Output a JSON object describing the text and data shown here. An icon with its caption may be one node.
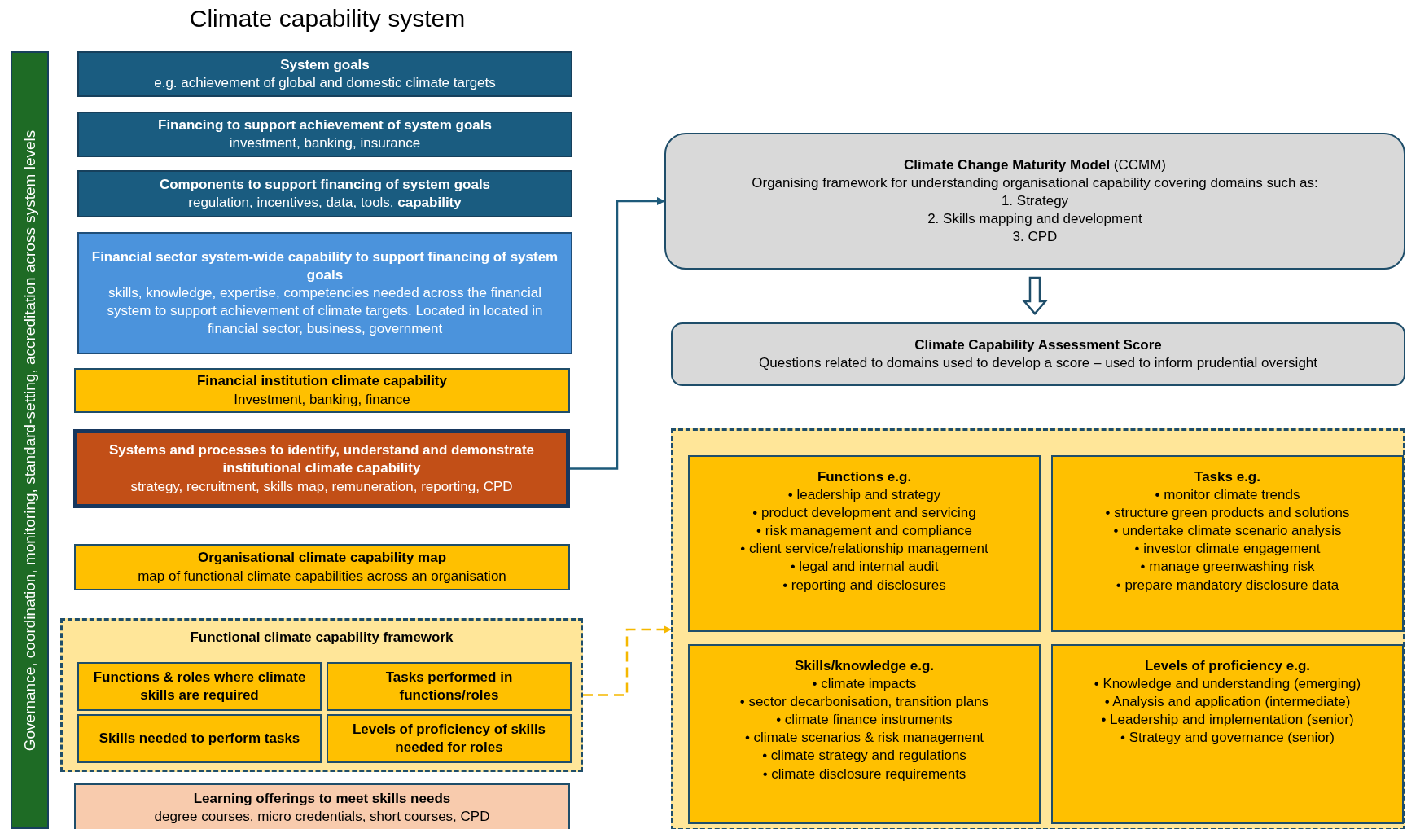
{
  "diagram": {
    "title": "Climate capability system",
    "nodes": [
      {
        "text": [
          "Governance, coordination, monitoring, standard-setting, accreditation across system levels"
        ]
      },
      {
        "text": [
          "System goals",
          "e.g. achievement of global and domestic climate targets"
        ]
      },
      {
        "text": [
          "Financing to support achievement of system goals",
          "investment, banking, insurance"
        ]
      },
      {
        "text": [
          "Components to support financing of system goals",
          "regulation, incentives, data, tools, **capability**"
        ]
      },
      {
        "text": [
          "Financial sector system-wide capability to support financing of system goals",
          "skills, knowledge, expertise, competencies needed across the financial system to support achievement of climate targets. Located in located in financial sector, business, government"
        ]
      },
      {
        "text": [
          "Financial institution climate capability",
          "Investment, banking, finance"
        ]
      },
      {
        "text": [
          "Systems and processes to identify, understand and demonstrate institutional climate capability",
          "strategy, recruitment, skills map, remuneration, reporting, CPD"
        ]
      },
      {
        "text": [
          "Organisational climate capability map",
          "map of functional climate capabilities across an organisation"
        ]
      },
      {
        "text": [
          "Functional climate capability framework"
        ]
      },
      {
        "text": [
          "Functions & roles where climate skills are required"
        ],
        "in": 8
      },
      {
        "text": [
          "Tasks performed in functions/roles"
        ],
        "in": 8
      },
      {
        "text": [
          "Skills needed to perform tasks"
        ],
        "in": 8
      },
      {
        "text": [
          "Levels of proficiency of skills needed for roles"
        ],
        "in": 8
      },
      {
        "text": [
          "Learning offerings to meet skills needs",
          "degree courses, micro credentials, short courses, CPD"
        ]
      },
      {
        "text": [
          "**Climate Change Maturity Model** (CCMM)",
          "Organising framework for understanding organisational capability covering domains such as:",
          "1. Strategy",
          "2. Skills mapping and development",
          "3. CPD"
        ]
      },
      {
        "text": [
          "Climate Capability Assessment Score",
          "Questions related to domains used to develop a score – used to inform prudential oversight"
        ]
      },
      {
        "text": [],
        "shape": "box"
      },
      {
        "text": [
          "Functions e.g.",
          "• leadership and strategy",
          "• product development and servicing",
          "• risk management and compliance",
          "• client service/relationship management",
          "• legal and internal audit",
          "• reporting and disclosures"
        ],
        "in": 16
      },
      {
        "text": [
          "Tasks e.g.",
          "• monitor climate trends",
          "• structure green products and solutions",
          "• undertake climate scenario analysis",
          "• investor climate engagement",
          "• manage greenwashing risk",
          "• prepare mandatory disclosure data"
        ],
        "in": 16
      },
      {
        "text": [
          "Skills/knowledge e.g.",
          "• climate impacts",
          "• sector decarbonisation, transition plans",
          "• climate finance instruments",
          "• climate scenarios & risk management",
          "• climate strategy and regulations",
          "• climate disclosure requirements"
        ],
        "in": 16
      },
      {
        "text": [
          "Levels of proficiency e.g.",
          "• Knowledge and understanding (emerging)",
          "• Analysis and application (intermediate)",
          "• Leadership and implementation (senior)",
          "• Strategy and governance (senior)"
        ],
        "in": 16
      }
    ],
    "edges": [
      {
        "from": 6,
        "to": 14,
        "arrow": "to"
      },
      {
        "from": 14,
        "to": 15,
        "arrow": "to",
        "style": "thick"
      },
      {
        "from": 8,
        "to": 16,
        "arrow": "to",
        "style": "dashed",
        "color": "#f5b800"
      }
    ]
  }
}
